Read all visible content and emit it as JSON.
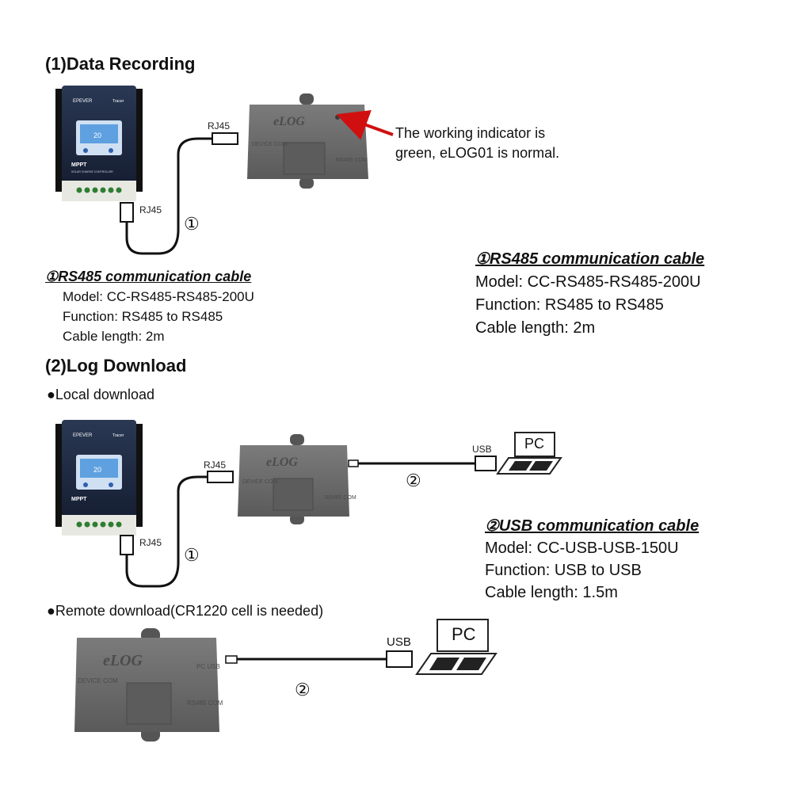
{
  "section1": {
    "title": "(1)Data Recording",
    "rj45_top": "RJ45",
    "rj45_bottom": "RJ45",
    "cable_marker": "①",
    "indicator_note_line1": "The working indicator is",
    "indicator_note_line2": "green, eLOG01 is normal.",
    "spec_left": {
      "title": "①RS485 communication cable",
      "model": "Model: CC-RS485-RS485-200U",
      "function": "Function: RS485 to RS485",
      "length": "Cable length: 2m"
    },
    "spec_right": {
      "title": "①RS485 communication cable",
      "model": "Model: CC-RS485-RS485-200U",
      "function": "Function: RS485 to RS485",
      "length": "Cable length: 2m"
    }
  },
  "section2": {
    "title": "(2)Log Download",
    "local_label": "Local download",
    "remote_label": "Remote download(CR1220 cell is needed)",
    "rj45_top": "RJ45",
    "rj45_bottom": "RJ45",
    "marker_rs485": "①",
    "marker_usb": "②",
    "marker_usb_remote": "②",
    "usb_label": "USB",
    "usb_label_remote": "USB",
    "pc_label": "PC",
    "pc_label_remote": "PC",
    "spec_usb": {
      "title": "②USB communication cable",
      "model": "Model: CC-USB-USB-150U",
      "function": "Function: USB to USB",
      "length": "Cable length: 1.5m"
    }
  },
  "devices": {
    "controller_brand": "EPEVER",
    "controller_series": "Tracer",
    "controller_model": "MPPT",
    "controller_subtitle": "SOLAR CHARGE CONTROLLER",
    "controller_display": "20",
    "logger_brand": "eLOG",
    "logger_port_device": "DEVICE COM",
    "logger_port_pc": "PC USB",
    "logger_port_rs485": "RS485 COM"
  },
  "colors": {
    "controller_body": "#1f2b44",
    "logger_body": "#6b6b6b",
    "indicator_arrow": "#d01010"
  }
}
